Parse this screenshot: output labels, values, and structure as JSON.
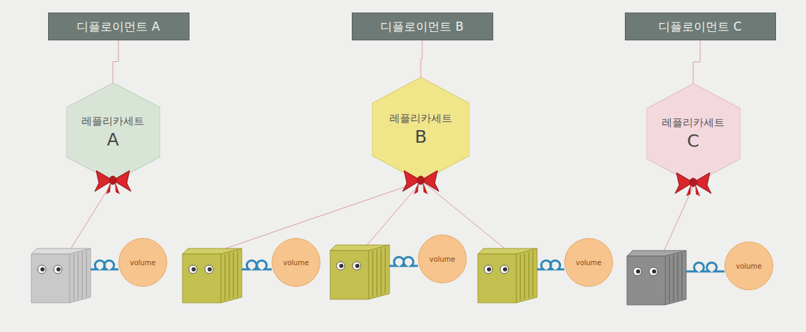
{
  "diagram": {
    "nodes": [
      {
        "text": [
          "디플로이먼트 A"
        ]
      },
      {
        "text": [
          "디플로이먼트 B"
        ]
      },
      {
        "text": [
          "디플로이먼트 C"
        ]
      },
      {
        "text": [
          "레플리카세트",
          "A"
        ]
      },
      {
        "text": [
          "레플리카세트",
          "B"
        ]
      },
      {
        "text": [
          "레플리카세트",
          "C"
        ]
      },
      {
        "text": [
          "volume"
        ]
      },
      {
        "text": [
          "volume"
        ]
      },
      {
        "text": [
          "volume"
        ]
      },
      {
        "text": [
          "volume"
        ]
      },
      {
        "text": [
          "volume"
        ]
      }
    ],
    "edges": [
      {
        "from": 0,
        "to": 3,
        "arrow": "none"
      },
      {
        "from": 1,
        "to": 4,
        "arrow": "none"
      },
      {
        "from": 2,
        "to": 5,
        "arrow": "none"
      }
    ]
  }
}
